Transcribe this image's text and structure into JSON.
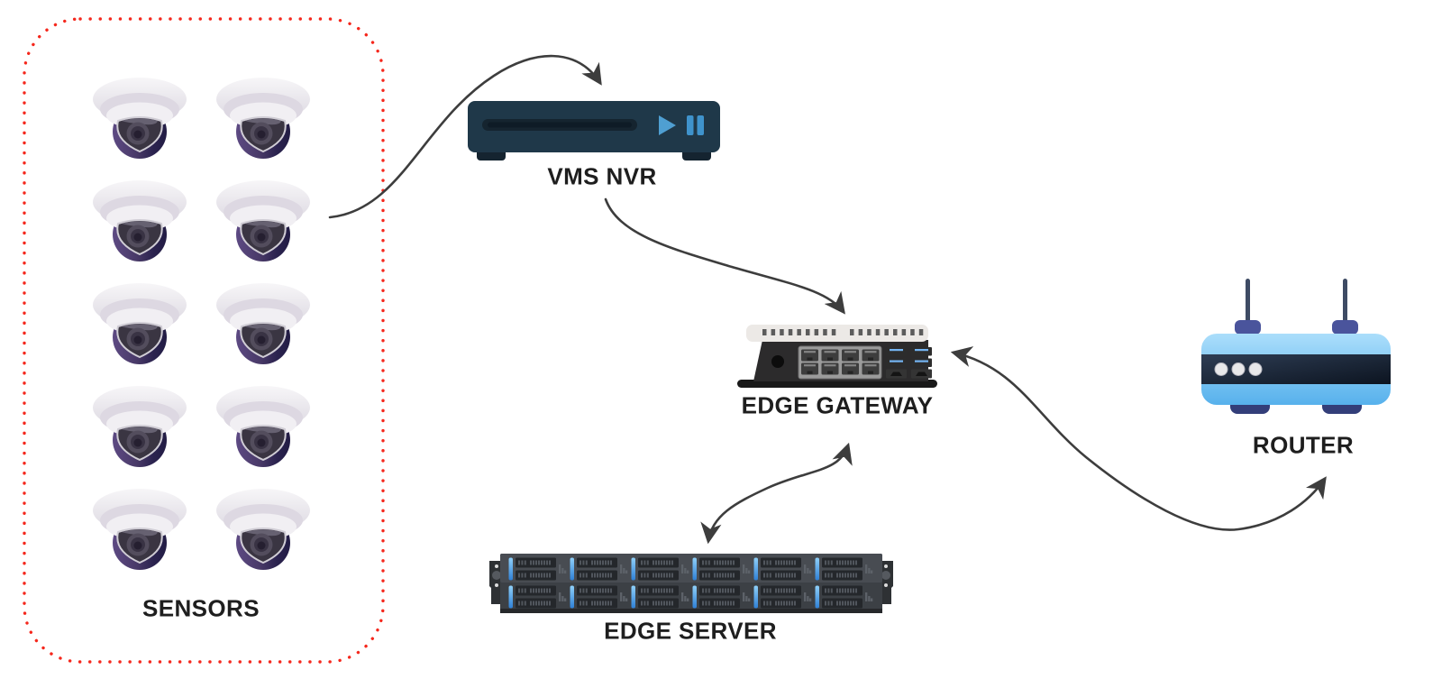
{
  "diagram": {
    "sensors": {
      "label": "SENSORS",
      "camera_count": 10
    },
    "vms_nvr": {
      "label": "VMS NVR"
    },
    "edge_gateway": {
      "label": "EDGE GATEWAY",
      "ethernet_ports": 8,
      "usb_ports": 4
    },
    "edge_server": {
      "label": "EDGE SERVER",
      "drive_bays": 12
    },
    "router": {
      "label": "ROUTER",
      "led_count": 3,
      "antenna_count": 2
    },
    "connections": [
      {
        "from": "SENSORS",
        "to": "VMS NVR",
        "direction": "one-way"
      },
      {
        "from": "VMS NVR",
        "to": "EDGE GATEWAY",
        "direction": "one-way"
      },
      {
        "from": "EDGE SERVER",
        "to": "EDGE GATEWAY",
        "direction": "two-way"
      },
      {
        "from": "ROUTER",
        "to": "EDGE GATEWAY",
        "direction": "two-way"
      }
    ],
    "colors": {
      "boundary_dotted": "#f5271c",
      "arrow": "#3d3d3d",
      "label_text": "#1e1e1e",
      "nvr_body": "#1f3849",
      "nvr_accent_blue": "#4a9ed2",
      "router_body_blue": "#8fd0f7",
      "router_band": "#16202e",
      "server_bay_blue": "#57a9ef",
      "camera_dome_purple": "#45366a",
      "gateway_body": "#2c2b2c"
    }
  }
}
